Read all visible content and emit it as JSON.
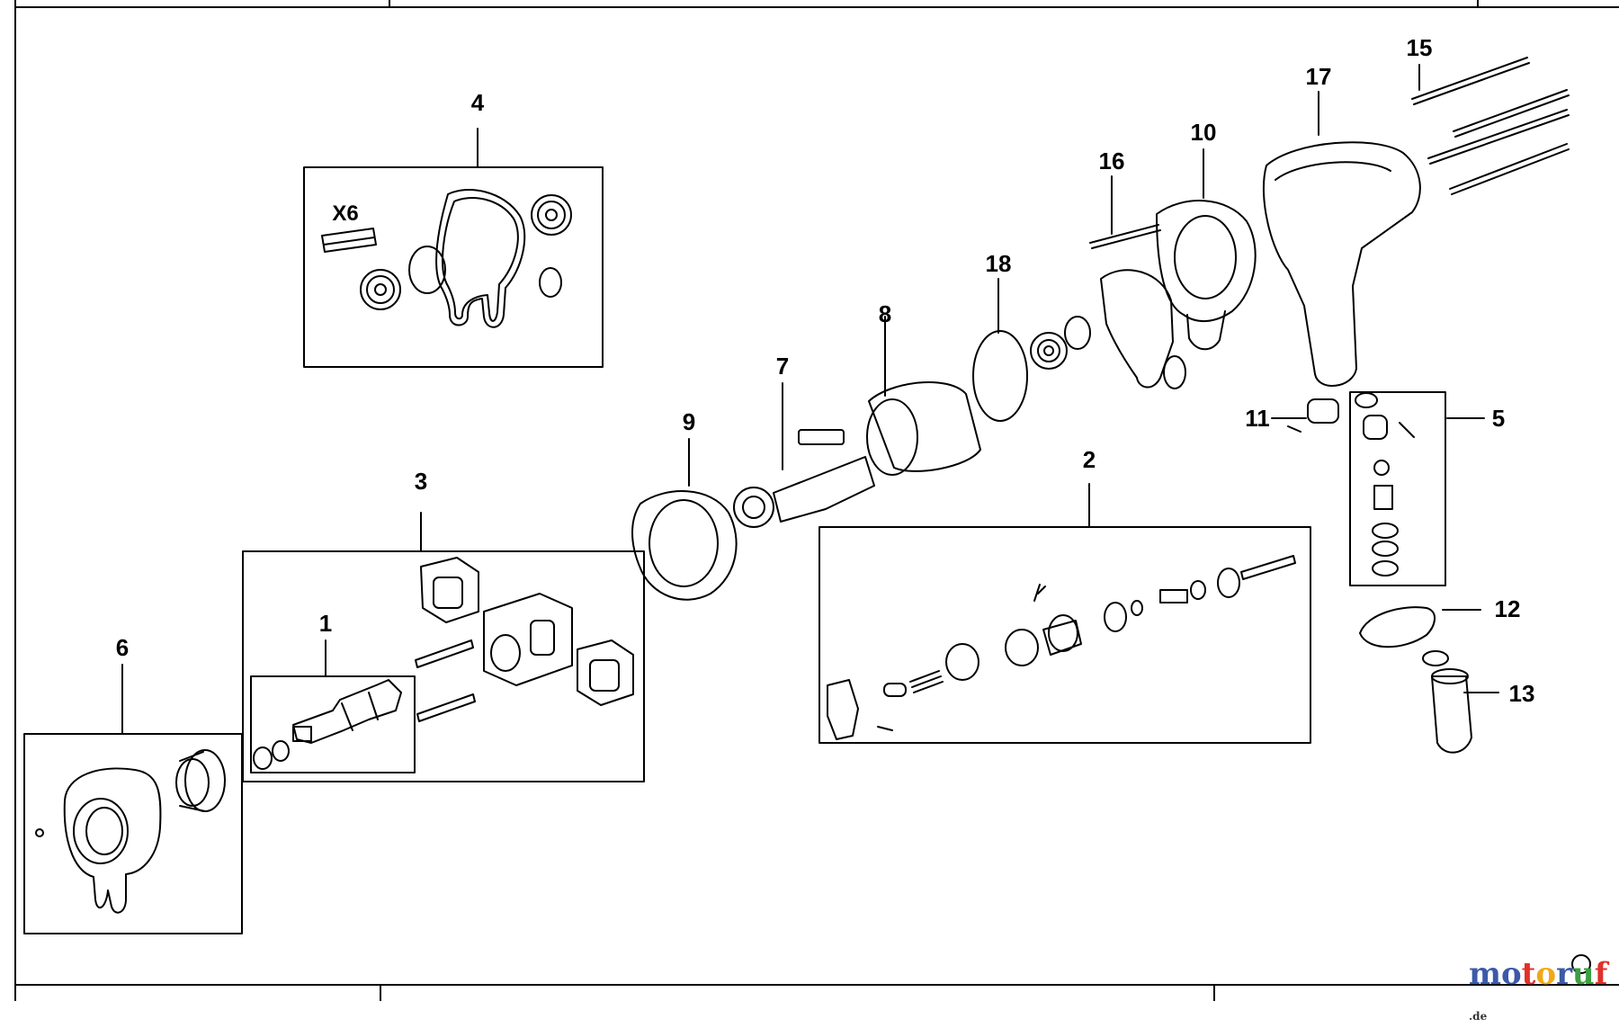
{
  "callouts": {
    "c1": "1",
    "c2": "2",
    "c3": "3",
    "c4": "4",
    "c5": "5",
    "c6": "6",
    "c7": "7",
    "c8": "8",
    "c9": "9",
    "c10": "10",
    "c11": "11",
    "c12": "12",
    "c13": "13",
    "c15": "15",
    "c16": "16",
    "c17": "17",
    "c18": "18"
  },
  "kit4_quantity": "X6",
  "watermark": {
    "letters": [
      "m",
      "o",
      "t",
      "o",
      "r",
      "u",
      "f"
    ],
    "colors": [
      "#3b5aa8",
      "#3b5aa8",
      "#e0302a",
      "#f0a818",
      "#3b5aa8",
      "#3aa040",
      "#e0302a"
    ],
    "suffix": ".de"
  },
  "colors": {
    "line": "#000000",
    "background": "#ffffff"
  }
}
